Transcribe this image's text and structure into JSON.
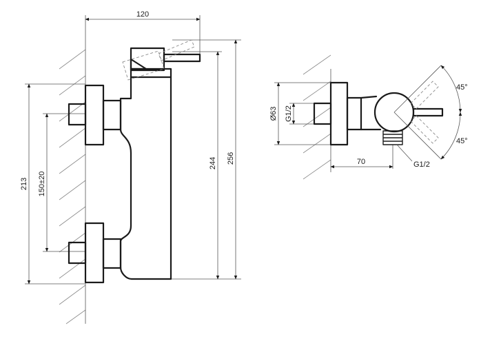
{
  "front_view": {
    "width_label": "120",
    "overall_height_label": "213",
    "centers_label": "150±20",
    "body_height_label": "244",
    "total_height_label": "256"
  },
  "side_view": {
    "diameter_label": "Ø63",
    "inlet_thread_label": "G1/2",
    "depth_label": "70",
    "outlet_thread_label": "G1/2",
    "angle_up_label": "45°",
    "angle_down_label": "45°"
  },
  "colors": {
    "line": "#1a1a1a",
    "hatch": "#8a8a8a"
  }
}
